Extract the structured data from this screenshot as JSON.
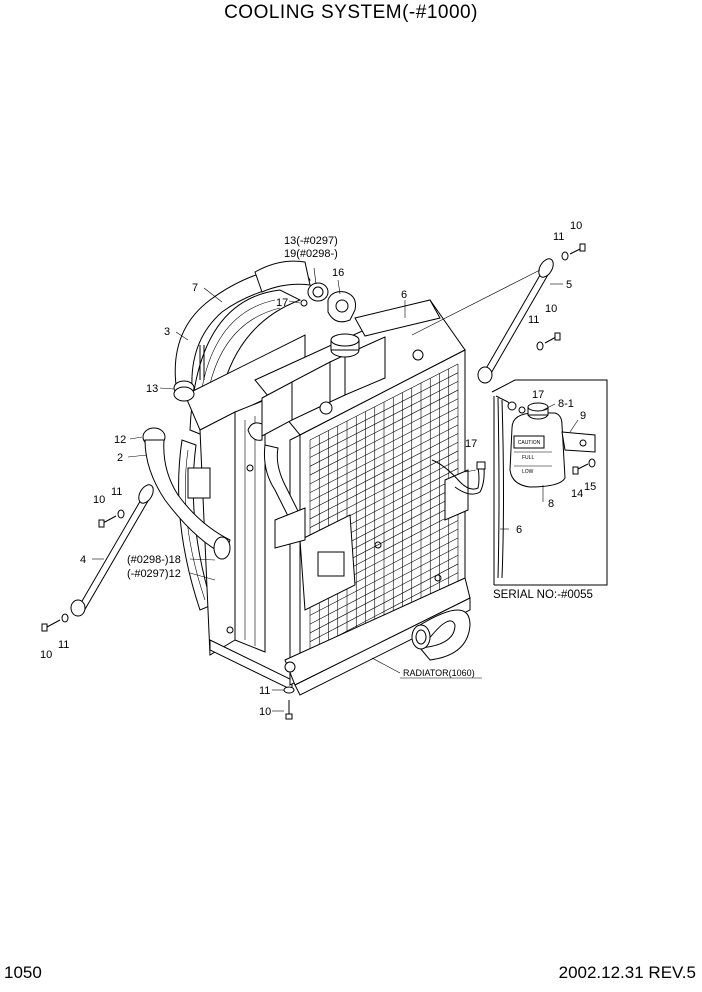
{
  "header": {
    "title": "COOLING SYSTEM(-#1000)"
  },
  "footer": {
    "page_number": "1050",
    "revision": "2002.12.31 REV.5"
  },
  "callouts": {
    "c13a": "13(-#0297)",
    "c19": "19(#0298-)",
    "c7": "7",
    "c16": "16",
    "c17a": "17",
    "c6a": "6",
    "c3": "3",
    "c13b": "13",
    "c12a": "12",
    "c2": "2",
    "c10a": "10",
    "c11a": "11",
    "c4": "4",
    "c18": "(#0298-)18",
    "c12b": "(-#0297)12",
    "c10b": "10",
    "c11b": "11",
    "c11c": "11",
    "c10c": "10",
    "c10d": "10",
    "c11d": "11",
    "c5": "5",
    "c11e": "11",
    "c10e": "10",
    "c17b": "17",
    "c81": "8-1",
    "c9": "9",
    "c17c": "17",
    "c8": "8",
    "c14": "14",
    "c15": "15",
    "c6b": "6",
    "serial": "SERIAL NO:-#0055",
    "radiator": "RADIATOR(1060)"
  },
  "tank_labels": {
    "full": "FULL",
    "low": "LOW",
    "caution": "CAUTION"
  }
}
